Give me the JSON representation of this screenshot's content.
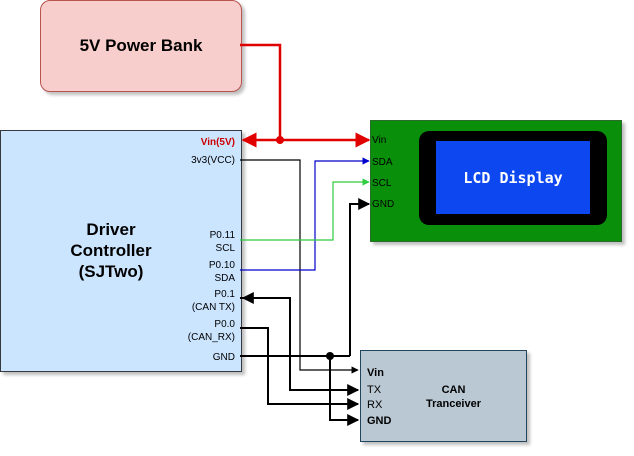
{
  "power_bank": {
    "label": "5V Power Bank"
  },
  "driver": {
    "title_lines": [
      "Driver",
      "Controller",
      "(SJTwo)"
    ],
    "pins": {
      "vin": "Vin(5V)",
      "vcc": "3v3(VCC)",
      "p011": "P0.11",
      "scl": "SCL",
      "p010": "P0.10",
      "sda": "SDA",
      "p01": "P0.1",
      "can_tx": "(CAN TX)",
      "p00": "P0.0",
      "can_rx": "(CAN_RX)",
      "gnd": "GND"
    }
  },
  "lcd": {
    "screen_text": "LCD Display",
    "pins": {
      "vin": "Vin",
      "sda": "SDA",
      "scl": "SCL",
      "gnd": "GND"
    }
  },
  "can": {
    "title_lines": [
      "CAN",
      "Tranceiver"
    ],
    "pins": {
      "vin": "Vin",
      "tx": "TX",
      "rx": "RX",
      "gnd": "GND"
    }
  },
  "colors": {
    "power_wire": "#e00000",
    "sda_wire": "#0000cc",
    "scl_wire": "#2ecc40",
    "signal_wire": "#000000"
  }
}
